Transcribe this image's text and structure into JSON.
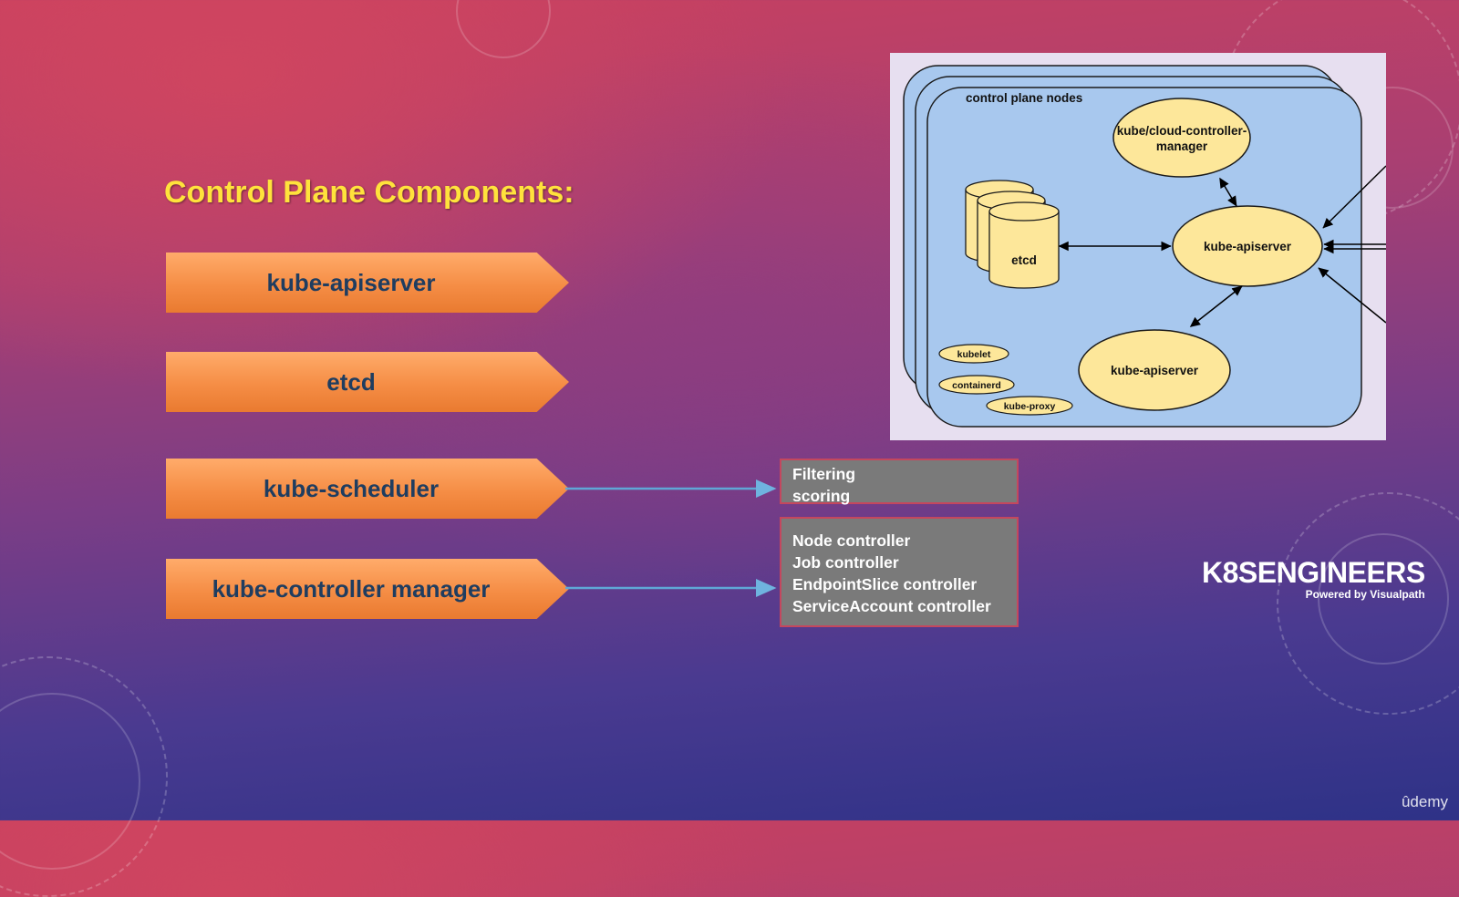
{
  "slide": {
    "title": "Control Plane Components:",
    "components": [
      {
        "label": "kube-apiserver"
      },
      {
        "label": "etcd"
      },
      {
        "label": "kube-scheduler"
      },
      {
        "label": "kube-controller manager"
      }
    ],
    "scheduler_details": [
      "Filtering",
      "scoring"
    ],
    "controller_details": [
      "Node controller",
      "Job controller",
      "EndpointSlice controller",
      "ServiceAccount controller"
    ]
  },
  "diagram": {
    "group_label": "control plane nodes",
    "nodes": {
      "cloud_controller_manager_line1": "kube/cloud-controller-",
      "cloud_controller_manager_line2": "manager",
      "apiserver_main": "kube-apiserver",
      "apiserver_secondary": "kube-apiserver",
      "etcd": "etcd",
      "kubelet": "kubelet",
      "containerd": "containerd",
      "kube_proxy": "kube-proxy"
    }
  },
  "branding": {
    "logo_name": "K8SENGINEERS",
    "logo_tagline": "Powered by Visualpath",
    "platform": "ûdemy"
  },
  "colors": {
    "title": "#ffe23c",
    "component_fill": "#f58d45",
    "component_text": "#1f3d60",
    "detail_box": "#7a7a7a",
    "detail_border": "#c4475e",
    "diagram_bg": "#a8c8ee",
    "ellipse_fill": "#fde79a",
    "connector": "#5fa7d6"
  }
}
